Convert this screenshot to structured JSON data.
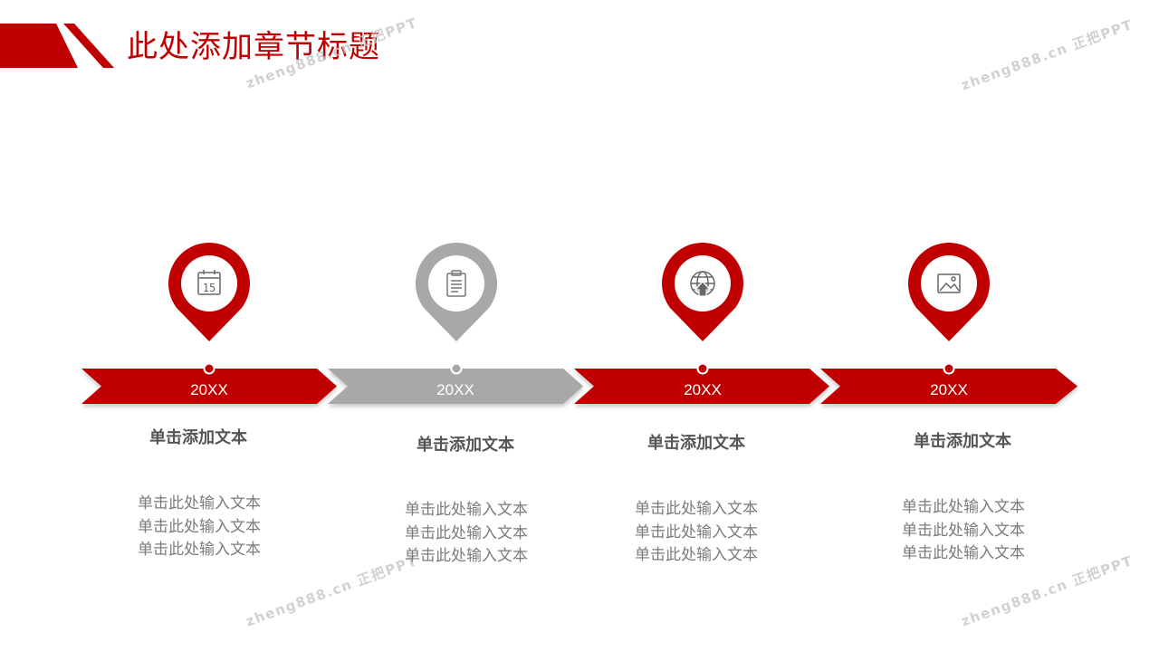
{
  "title": "此处添加章节标题",
  "watermarks": [
    "zheng888.cn 正把PPT",
    "zheng888.cn 正把PPT",
    "zheng888.cn 正把PPT",
    "zheng888.cn 正把PPT"
  ],
  "colors": {
    "accent": "#c00000",
    "inactive": "#a8a8a8",
    "heading": "#555555",
    "body": "#7b7b7b"
  },
  "steps": [
    {
      "year": "20XX",
      "icon": "calendar-icon",
      "calendar_day": "15",
      "active": true,
      "heading": "单击添加文本",
      "lines": [
        "单击此处输入文本",
        "单击此处输入文本",
        "单击此处输入文本"
      ]
    },
    {
      "year": "20XX",
      "icon": "clipboard-icon",
      "active": false,
      "heading": "单击添加文本",
      "lines": [
        "单击此处输入文本",
        "单击此处输入文本",
        "单击此处输入文本"
      ]
    },
    {
      "year": "20XX",
      "icon": "globe-upload-icon",
      "active": true,
      "heading": "单击添加文本",
      "lines": [
        "单击此处输入文本",
        "单击此处输入文本",
        "单击此处输入文本"
      ]
    },
    {
      "year": "20XX",
      "icon": "image-icon",
      "active": true,
      "heading": "单击添加文本",
      "lines": [
        "单击此处输入文本",
        "单击此处输入文本",
        "单击此处输入文本"
      ]
    }
  ]
}
